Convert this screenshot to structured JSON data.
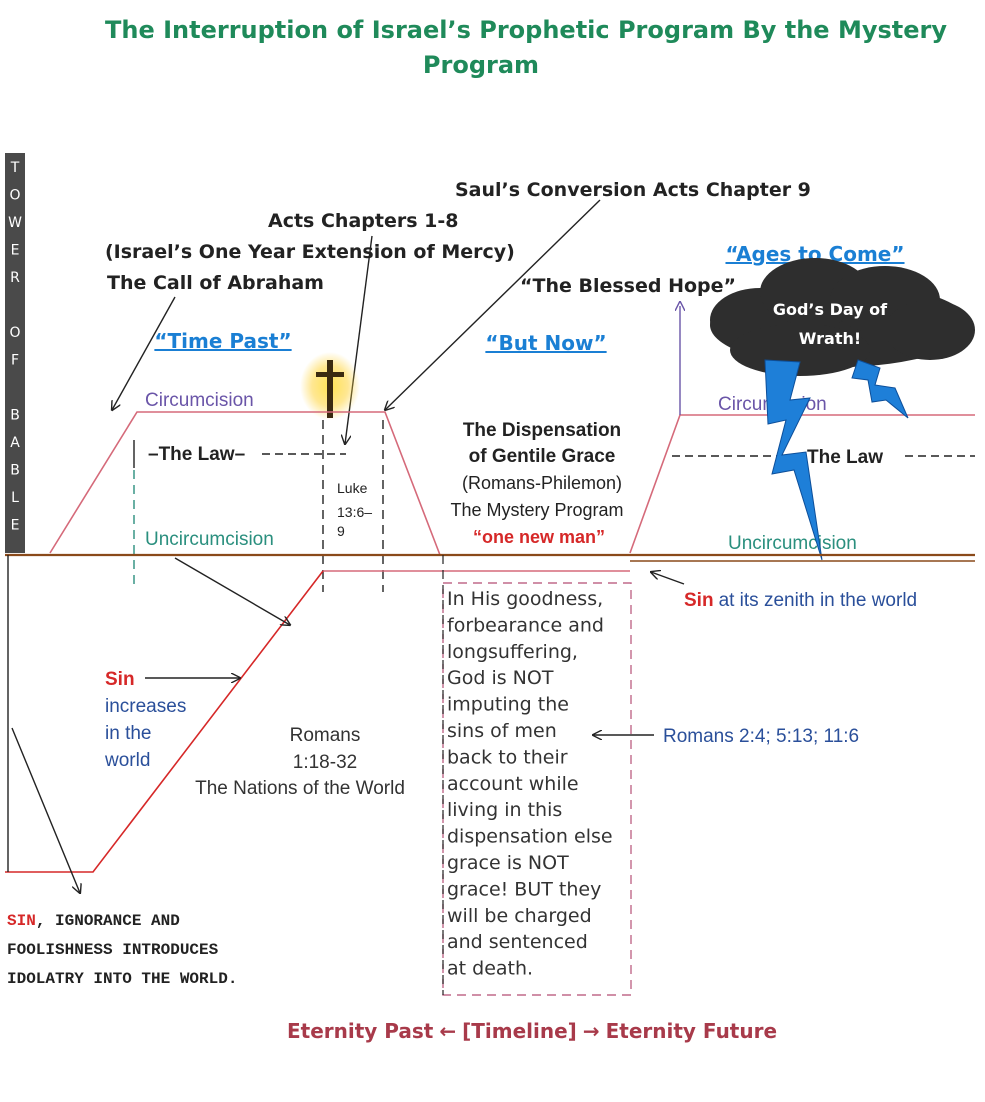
{
  "title": {
    "line1": "The Interruption of Israel’s Prophetic Program By the Mystery",
    "line2": "Program"
  },
  "tower": {
    "letters": [
      "T",
      "O",
      "W",
      "E",
      "R",
      "",
      "O",
      "F",
      "",
      "B",
      "A",
      "B",
      "L",
      "E"
    ]
  },
  "top_labels": {
    "sauls_conversion": "Saul’s Conversion Acts Chapter 9",
    "acts_1_8": "Acts Chapters 1-8",
    "israel_extension": "(Israel’s One Year Extension of Mercy)",
    "call_of_abraham": "The Call of Abraham",
    "blessed_hope": "“The Blessed Hope”"
  },
  "periods": {
    "time_past": "“Time Past”",
    "but_now": "“But Now”",
    "ages_to_come": "“Ages to Come”"
  },
  "wrath_cloud": {
    "line1": "God’s Day of",
    "line2": "Wrath!"
  },
  "israel_left": {
    "circumcision": "Circumcision",
    "the_law": "–The Law–",
    "uncircumcision": "Uncircumcision",
    "luke_line1": "Luke",
    "luke_line2": "13:6–",
    "luke_line3": "9"
  },
  "israel_right": {
    "circumcision": "Circumcision",
    "the_law": "The Law",
    "uncircumcision": "Uncircumcision"
  },
  "dispensation": {
    "line1": "The Dispensation",
    "line2": "of Gentile Grace",
    "line3": "(Romans-Philemon)",
    "line4": "The Mystery Program",
    "line5": "“one new man”"
  },
  "sin_zenith": {
    "word": "Sin",
    "rest": "at its zenith in the world"
  },
  "sin_increases": {
    "word": "Sin",
    "line2": "increases",
    "line3": "in the",
    "line4": "world"
  },
  "romans_nations": {
    "line1": "Romans",
    "line2": "1:18-32",
    "line3": "The Nations of the World"
  },
  "goodness_box": {
    "lines": [
      "In His goodness,",
      "forbearance and",
      "longsuffering,",
      "God is NOT",
      "imputing the",
      "sins of men",
      "back to their",
      "account while",
      "living in this",
      "dispensation else",
      "grace is NOT",
      "grace! BUT they",
      "will be charged",
      "and sentenced",
      "at death."
    ]
  },
  "romans_ref": "Romans 2:4; 5:13; 11:6",
  "idolatry": {
    "word": "SIN",
    "line1_rest": ", IGNORANCE AND",
    "line2": "FOOLISHNESS INTRODUCES",
    "line3": "IDOLATRY INTO THE WORLD."
  },
  "timeline": {
    "past": "Eternity Past",
    "middle": "[Timeline]",
    "future": "Eternity Future"
  },
  "colors": {
    "title_green": "#1f8a5a",
    "link_blue": "#1a7fd4",
    "purple": "#6a55a8",
    "teal": "#2a8f7e",
    "sin_red": "#d62828",
    "maroon": "#a83a4a",
    "line_red": "#d56a7a",
    "baseline_brown": "#8a4a1a",
    "storm_blue": "#1e7fd8"
  }
}
